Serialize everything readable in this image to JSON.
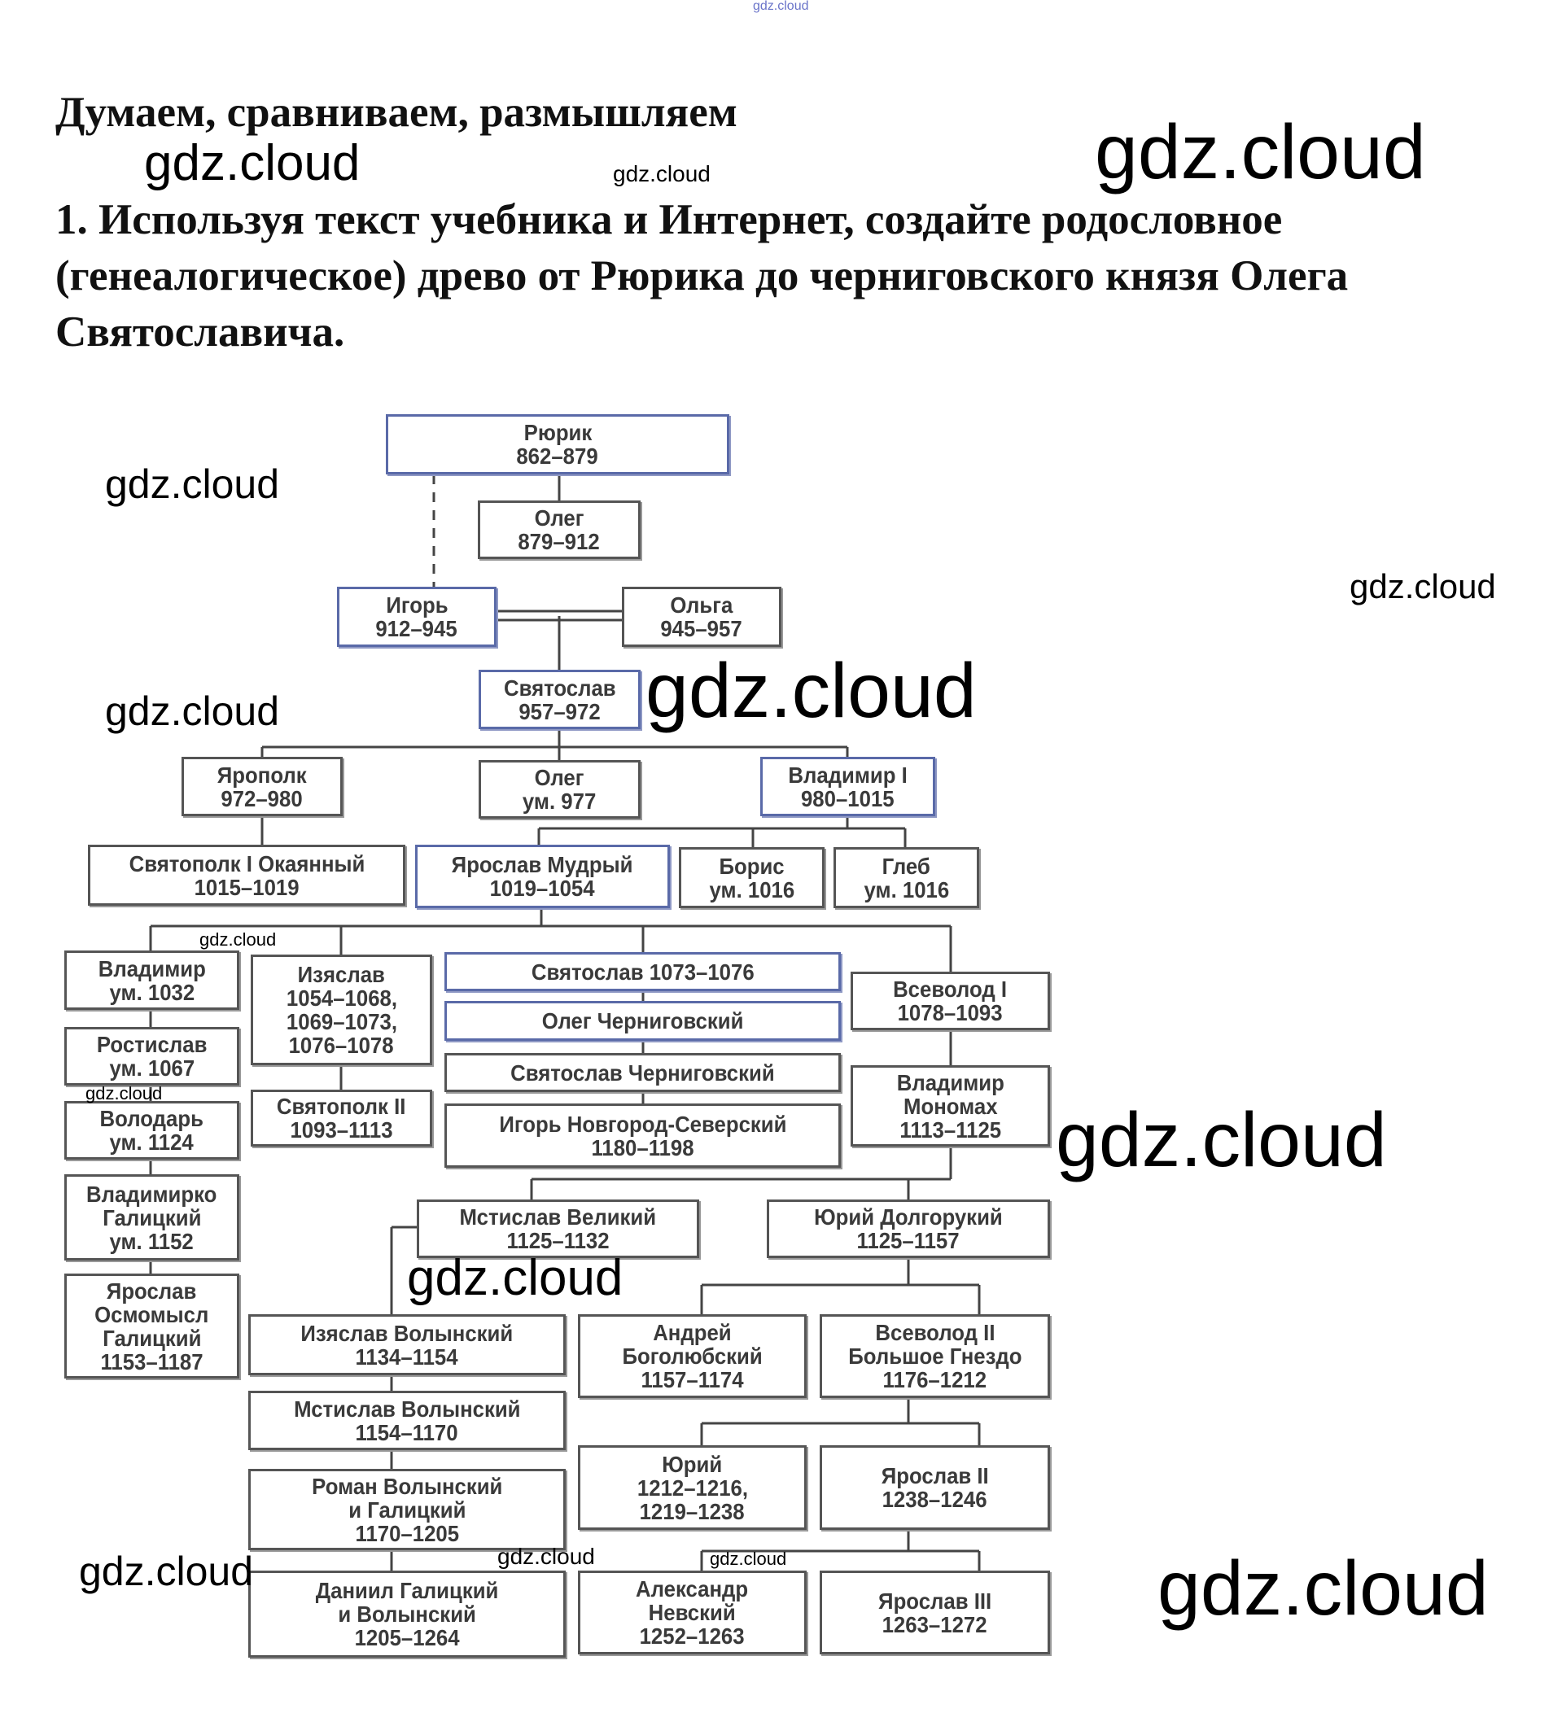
{
  "heading": "Думаем, сравниваем, размышляем",
  "task_lines": [
    "1. Используя текст учебника и Интернет, создайте родословное",
    "(генеалогическое) древо от Рюрика до черниговского князя Олега",
    "Святославича."
  ],
  "tree": {
    "rurik": [
      "Рюрик",
      "862–879"
    ],
    "oleg_veshchiy": [
      "Олег",
      "879–912"
    ],
    "igor": [
      "Игорь",
      "912–945"
    ],
    "olga": [
      "Ольга",
      "945–957"
    ],
    "svyatoslav": [
      "Святослав",
      "957–972"
    ],
    "yaropolk": [
      "Ярополк",
      "972–980"
    ],
    "oleg_977": [
      "Олег",
      "ум. 977"
    ],
    "vladimir1": [
      "Владимир I",
      "980–1015"
    ],
    "svyatopolk1": [
      "Святополк I Окаянный",
      "1015–1019"
    ],
    "yaroslav": [
      "Ярослав Мудрый",
      "1019–1054"
    ],
    "boris": [
      "Борис",
      "ум. 1016"
    ],
    "gleb": [
      "Глеб",
      "ум. 1016"
    ],
    "vladimir_1032": [
      "Владимир",
      "ум. 1032"
    ],
    "rostislav": [
      "Ростислав",
      "ум. 1067"
    ],
    "volodar": [
      "Володарь",
      "ум. 1124"
    ],
    "vladimirko": [
      "Владимирко",
      "Галицкий",
      "ум. 1152"
    ],
    "osmomysl": [
      "Ярослав",
      "Осмомысл",
      "Галицкий",
      "1153–1187"
    ],
    "izyaslav": [
      "Изяслав",
      "1054–1068,",
      "1069–1073,",
      "1076–1078"
    ],
    "svyatopolk2": [
      "Святополк II",
      "1093–1113"
    ],
    "svyatoslav2": [
      "Святослав 1073–1076"
    ],
    "oleg_chern": [
      "Олег Черниговский"
    ],
    "svyatoslav_chern": [
      "Святослав Черниговский"
    ],
    "igor_ns": [
      "Игорь Новгород-Северский",
      "1180–1198"
    ],
    "vsevolod1": [
      "Всеволод I",
      "1078–1093"
    ],
    "monomakh": [
      "Владимир",
      "Мономах",
      "1113–1125"
    ],
    "mstislav_v": [
      "Мстислав Великий",
      "1125–1132"
    ],
    "yuri_d": [
      "Юрий Долгорукий",
      "1125–1157"
    ],
    "izyaslav_v": [
      "Изяслав Волынский",
      "1134–1154"
    ],
    "mstislav_vol": [
      "Мстислав Волынский",
      "1154–1170"
    ],
    "roman": [
      "Роман Волынский",
      "и Галицкий",
      "1170–1205"
    ],
    "daniil": [
      "Даниил Галицкий",
      "и Волынский",
      "1205–1264"
    ],
    "andrei": [
      "Андрей",
      "Боголюбский",
      "1157–1174"
    ],
    "vsevolod2": [
      "Всеволод II",
      "Большое Гнездо",
      "1176–1212"
    ],
    "yuri2": [
      "Юрий",
      "1212–1216,",
      "1219–1238"
    ],
    "yaroslav2": [
      "Ярослав II",
      "1238–1246"
    ],
    "nevsky": [
      "Александр",
      "Невский",
      "1252–1263"
    ],
    "yaroslav3": [
      "Ярослав III",
      "1263–1272"
    ]
  },
  "watermark": "gdz.cloud",
  "colors": {
    "highlight_border": "#5a6aa8",
    "border": "#555555",
    "watermark_top": "#6a74c9"
  }
}
